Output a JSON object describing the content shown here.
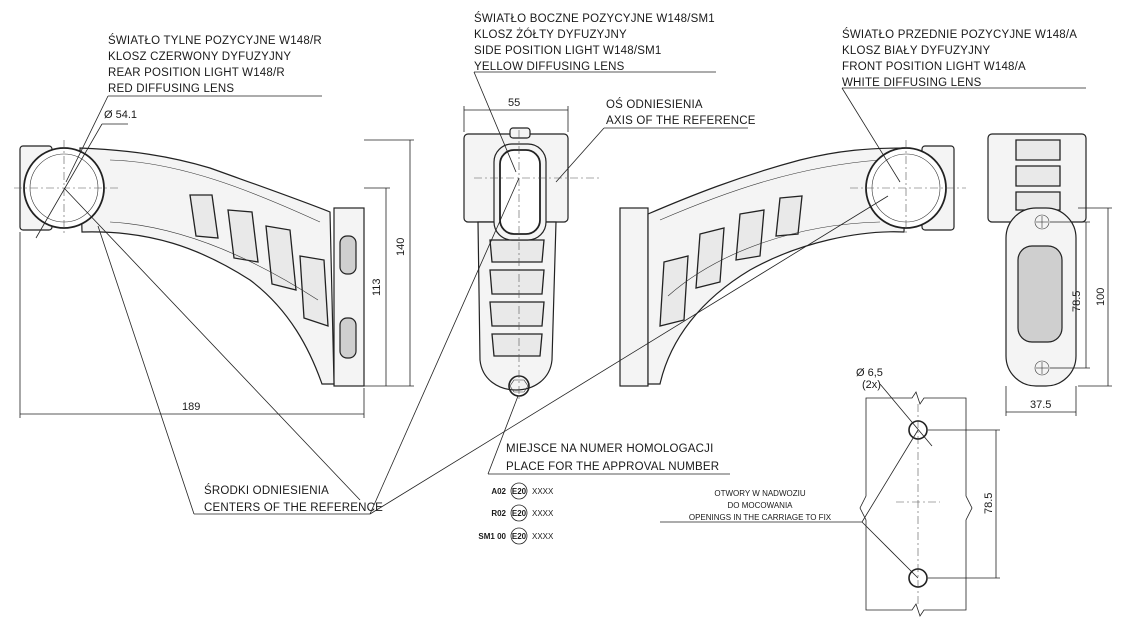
{
  "labels": {
    "rear": [
      "ŚWIATŁO TYLNE POZYCYJNE W148/R",
      "KLOSZ  CZERWONY DYFUZYJNY",
      "REAR POSITION LIGHT W148/R",
      "RED DIFFUSING LENS"
    ],
    "side": [
      "ŚWIATŁO BOCZNE POZYCYJNE W148/SM1",
      "KLOSZ  ŻÓŁTY DYFUZYJNY",
      "SIDE POSITION LIGHT W148/SM1",
      "YELLOW DIFFUSING LENS"
    ],
    "front": [
      "ŚWIATŁO PRZEDNIE POZYCYJNE W148/A",
      "KLOSZ  BIAŁY DYFUZYJNY",
      "FRONT POSITION LIGHT W148/A",
      "WHITE DIFFUSING LENS"
    ],
    "axis": [
      "OŚ ODNIESIENIA",
      "AXIS OF THE REFERENCE"
    ],
    "approval": [
      "MIEJSCE NA NUMER HOMOLOGACJI",
      "PLACE FOR THE APPROVAL NUMBER"
    ],
    "centers": [
      "ŚRODKI ODNIESIENIA",
      "CENTERS OF THE REFERENCE"
    ],
    "openings": [
      "OTWORY W NADWOZIU",
      "DO MOCOWANIA",
      "OPENINGS IN THE CARRIAGE TO FIX"
    ]
  },
  "dimensions": {
    "dia_lens": "Ø 54.1",
    "width_55": "55",
    "height_140": "140",
    "height_113": "113",
    "length_189": "189",
    "hole_dia": "Ø 6,5",
    "hole_count": "(2x)",
    "spacing_side": "78.5",
    "height_100": "100",
    "width_37_5": "37.5",
    "spacing_holes": "78.5"
  },
  "approval_marks": [
    {
      "prefix": "A02",
      "code": "E20",
      "suffix": "XXXX"
    },
    {
      "prefix": "R02",
      "code": "E20",
      "suffix": "XXXX"
    },
    {
      "prefix": "SM1 00",
      "code": "E20",
      "suffix": "XXXX"
    }
  ]
}
